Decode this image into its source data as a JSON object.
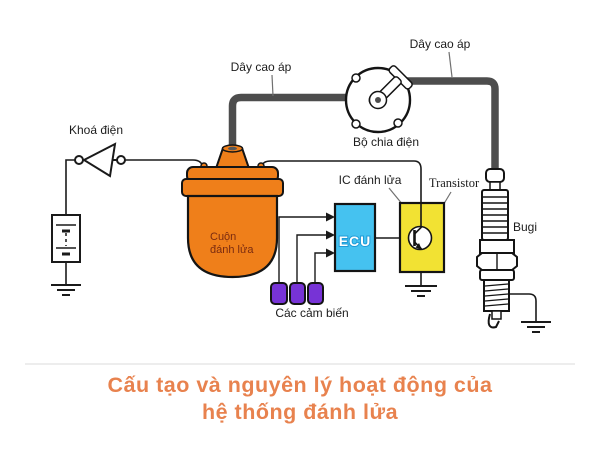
{
  "caption": {
    "line1": "Cấu tạo và nguyên lý hoạt động của",
    "line2": "hệ thống đánh lửa",
    "color": "#e8824e"
  },
  "diagram": {
    "labels": {
      "ignition_switch": "Khoá điện",
      "hv_wire_left": "Dây cao áp",
      "hv_wire_right": "Dây cao áp",
      "distributor": "Bộ chia điện",
      "igniter": "IC đánh lửa",
      "transistor": "Transistor",
      "spark_plug": "Bugi",
      "coil_line1": "Cuộn",
      "coil_line2": "đánh lửa",
      "ecu": "ECU",
      "sensors": "Các cảm biến"
    },
    "colors": {
      "coil_orange": "#ef7f1a",
      "ecu_blue": "#45c2f0",
      "transistor_yellow": "#f2e233",
      "sensor_purple": "#7733d6",
      "wire_gray": "#4d4d4d",
      "outline": "#141414",
      "caption_orange": "#e8824e"
    }
  }
}
